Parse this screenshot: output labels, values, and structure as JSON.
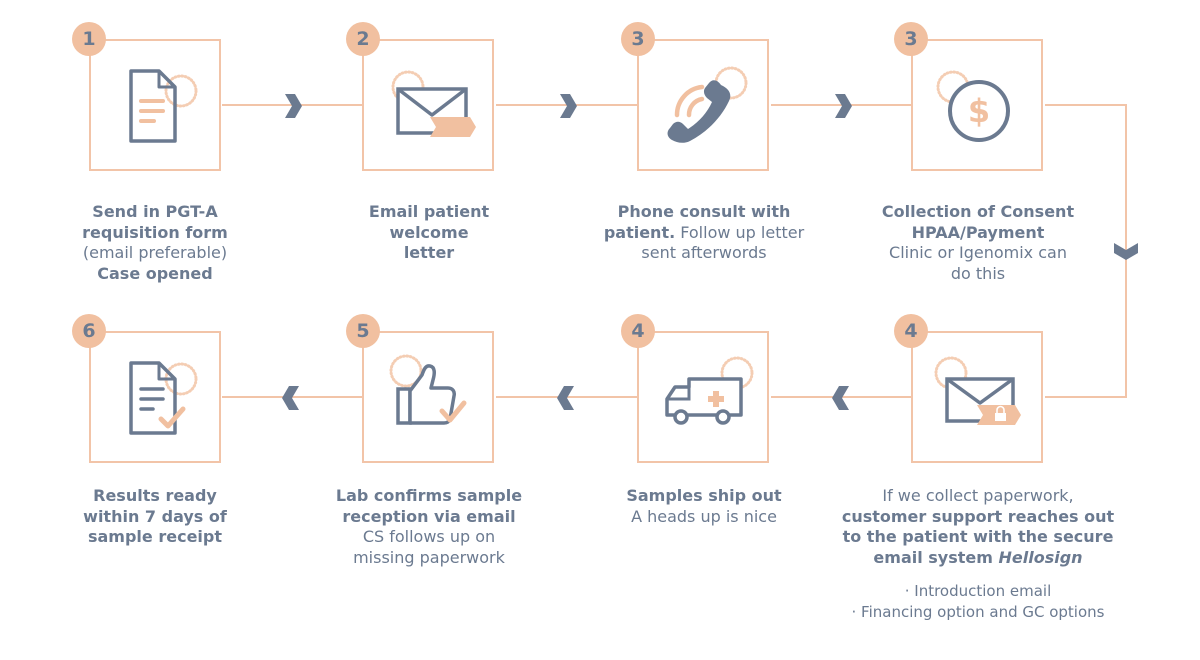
{
  "colors": {
    "slate": "#6b7a90",
    "peach": "#f1c0a0",
    "border": "#f2c4a8"
  },
  "steps": [
    {
      "number": "1",
      "icon": "document-icon",
      "lines": [
        {
          "t": "Send in PGT-A",
          "b": true
        },
        {
          "t": "requisition form",
          "b": true
        },
        {
          "t": "(email preferable)",
          "b": false
        },
        {
          "t": "Case opened",
          "b": true
        }
      ]
    },
    {
      "number": "2",
      "icon": "envelope-icon",
      "lines": [
        {
          "t": "Email patient",
          "b": true
        },
        {
          "t": "welcome",
          "b": true
        },
        {
          "t": "letter",
          "b": true
        }
      ]
    },
    {
      "number": "3",
      "icon": "phone-icon",
      "lines": [
        {
          "t": "Phone consult with",
          "b": true
        },
        {
          "t": "patient.",
          "b": true,
          "r": " Follow up letter"
        },
        {
          "t": "sent afterwords",
          "b": false
        }
      ]
    },
    {
      "number": "3",
      "icon": "dollar-coin-icon",
      "lines": [
        {
          "t": "Collection of Consent",
          "b": true
        },
        {
          "t": "HPAA/Payment",
          "b": true
        },
        {
          "t": "Clinic or Igenomix can",
          "b": false
        },
        {
          "t": "do this",
          "b": false
        }
      ]
    },
    {
      "number": "4",
      "icon": "secure-envelope-icon",
      "lines": [
        {
          "t": "If we collect paperwork,",
          "b": false
        },
        {
          "t": "customer support reaches out",
          "b": true
        },
        {
          "t": "to the patient with the secure",
          "b": true
        },
        {
          "t": "email system ",
          "b": true,
          "i": "Hellosign"
        }
      ],
      "bullets": [
        "· Introduction email",
        "· Financing option and GC options"
      ]
    },
    {
      "number": "4",
      "icon": "ambulance-icon",
      "lines": [
        {
          "t": "Samples ship out",
          "b": true
        },
        {
          "t": "A heads up is nice",
          "b": false
        }
      ]
    },
    {
      "number": "5",
      "icon": "thumbs-up-icon",
      "lines": [
        {
          "t": "Lab confirms sample",
          "b": true
        },
        {
          "t": "reception via email",
          "b": true
        },
        {
          "t": "CS follows up on",
          "b": false
        },
        {
          "t": "missing paperwork",
          "b": false
        }
      ]
    },
    {
      "number": "6",
      "icon": "document-check-icon",
      "lines": [
        {
          "t": "Results ready",
          "b": true
        },
        {
          "t": "within 7 days of",
          "b": true
        },
        {
          "t": "sample receipt",
          "b": true
        }
      ]
    }
  ]
}
